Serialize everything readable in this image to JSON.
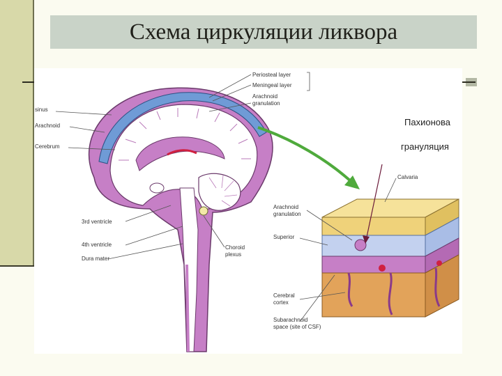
{
  "slide": {
    "title": "Схема циркуляции ликвора",
    "annotation_line1": "Пахионова",
    "annotation_line2": "грануляция"
  },
  "labels": {
    "periosteal": "Periosteal layer",
    "meningeal": "Meningeal layer",
    "arachnoid_gran": "Arachnoid",
    "granulation": "granulation",
    "sinus": "sinus",
    "arachnoid": "Arachnoid",
    "cerebrum": "Cerebrum",
    "third_ventricle": "3rd ventricle",
    "fourth_ventricle": "4th ventricle",
    "dura_mater": "Dura mater",
    "choroid": "Choroid",
    "plexus": "plexus",
    "calvaria": "Calvaria",
    "arachnoid2": "Arachnoid",
    "granulation2": "granulation",
    "superior": "Superior",
    "cerebral": "Cerebral",
    "cortex": "cortex",
    "subarachnoid": "Subarachnoid",
    "space": "space (site of CSF)"
  },
  "colors": {
    "csf_purple": "#c67fc6",
    "sinus_blue": "#6f9bd6",
    "arrow_green": "#4faa3c",
    "bone": "#efd27a",
    "dura": "#c3d1ef",
    "cortex": "#e2a35a"
  }
}
